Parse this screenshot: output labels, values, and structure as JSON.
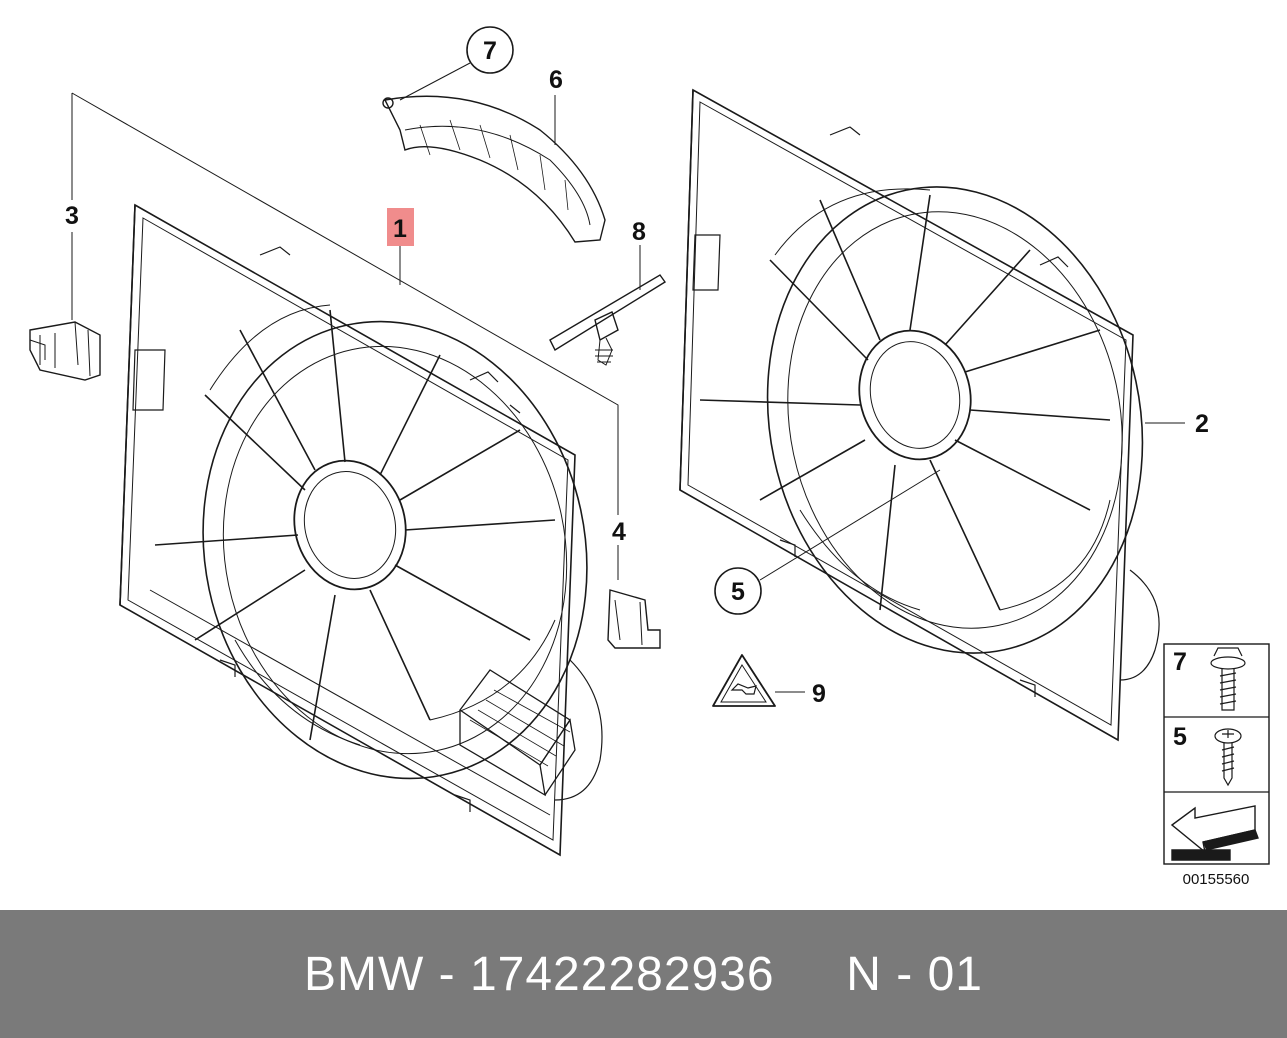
{
  "callouts": [
    {
      "id": "c1",
      "text": "1",
      "highlight": true
    },
    {
      "id": "c2",
      "text": "2"
    },
    {
      "id": "c3",
      "text": "3"
    },
    {
      "id": "c4",
      "text": "4"
    },
    {
      "id": "c5",
      "text": "5",
      "circled": true
    },
    {
      "id": "c6",
      "text": "6"
    },
    {
      "id": "c7",
      "text": "7",
      "circled": true
    },
    {
      "id": "c8",
      "text": "8"
    },
    {
      "id": "c9",
      "text": "9"
    }
  ],
  "hardware_box": {
    "items": [
      {
        "label": "7",
        "icon": "flange-bolt-icon"
      },
      {
        "label": "5",
        "icon": "pan-screw-icon"
      }
    ],
    "orientation_icon": "direction-arrow-icon"
  },
  "diagram_ref": "00155560",
  "footer": {
    "text": "BMW - 17422282936     N - 01"
  },
  "colors": {
    "highlight": "#f08c8c",
    "footer_bg": "#7a7a7a",
    "footer_text": "#ffffff",
    "line": "#1a1a1a"
  }
}
